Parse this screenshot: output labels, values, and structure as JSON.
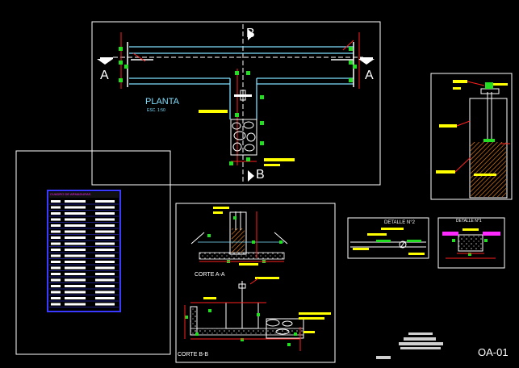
{
  "drawing": {
    "sheet_id": "OA-01",
    "plan": {
      "title": "PLANTA",
      "scale": "ESC. 1:50",
      "section_a": "A",
      "section_b": "B"
    },
    "section_aa": {
      "title": "CORTE A-A"
    },
    "section_bb": {
      "title": "CORTE B-B"
    },
    "detail_2": {
      "title": "DETALLE N°2"
    },
    "detail_1": {
      "title": "DETALLE N°1"
    },
    "rebar_table": {
      "title": "CUADRO DE ARMADURAS"
    },
    "colors": {
      "background": "#000000",
      "frame": "#ffffff",
      "pipe": "#7fdfff",
      "dim_line": "#ff2020",
      "node": "#22dd22",
      "text_tag": "#ffff00",
      "hatch": "#ffa500",
      "magenta": "#ff2aff",
      "table_border": "#3a3aff"
    }
  }
}
